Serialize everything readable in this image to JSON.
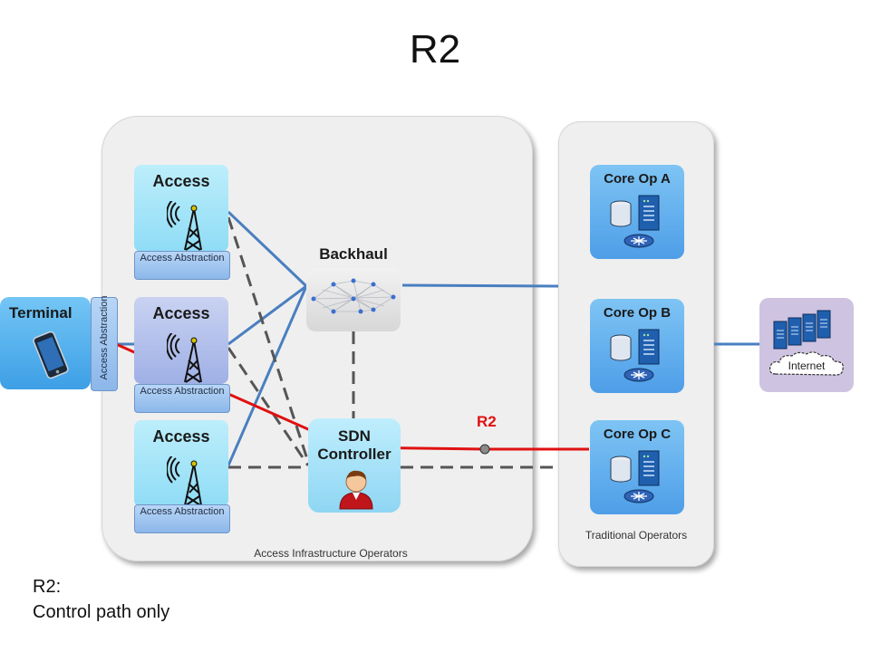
{
  "title": "R2",
  "groups": {
    "access_infra_label": "Access Infrastructure Operators",
    "traditional_label": "Traditional Operators"
  },
  "access_nodes": [
    {
      "title": "Access",
      "abstraction": "Access Abstraction"
    },
    {
      "title": "Access",
      "abstraction": "Access Abstraction"
    },
    {
      "title": "Access",
      "abstraction": "Access Abstraction"
    }
  ],
  "backhaul": {
    "label": "Backhaul"
  },
  "sdn": {
    "label": "SDN Controller"
  },
  "terminal": {
    "label": "Terminal",
    "abstraction": "Access Abstraction"
  },
  "core_ops": [
    {
      "label": "Core Op A"
    },
    {
      "label": "Core Op B"
    },
    {
      "label": "Core Op C"
    }
  ],
  "internet": {
    "label": "Internet"
  },
  "path": {
    "label": "R2",
    "color": "#e01010"
  },
  "colors": {
    "link_blue": "#4a7fc0",
    "dashed_gray": "#555555"
  },
  "note": {
    "line1": "R2:",
    "line2": "Control path only"
  }
}
